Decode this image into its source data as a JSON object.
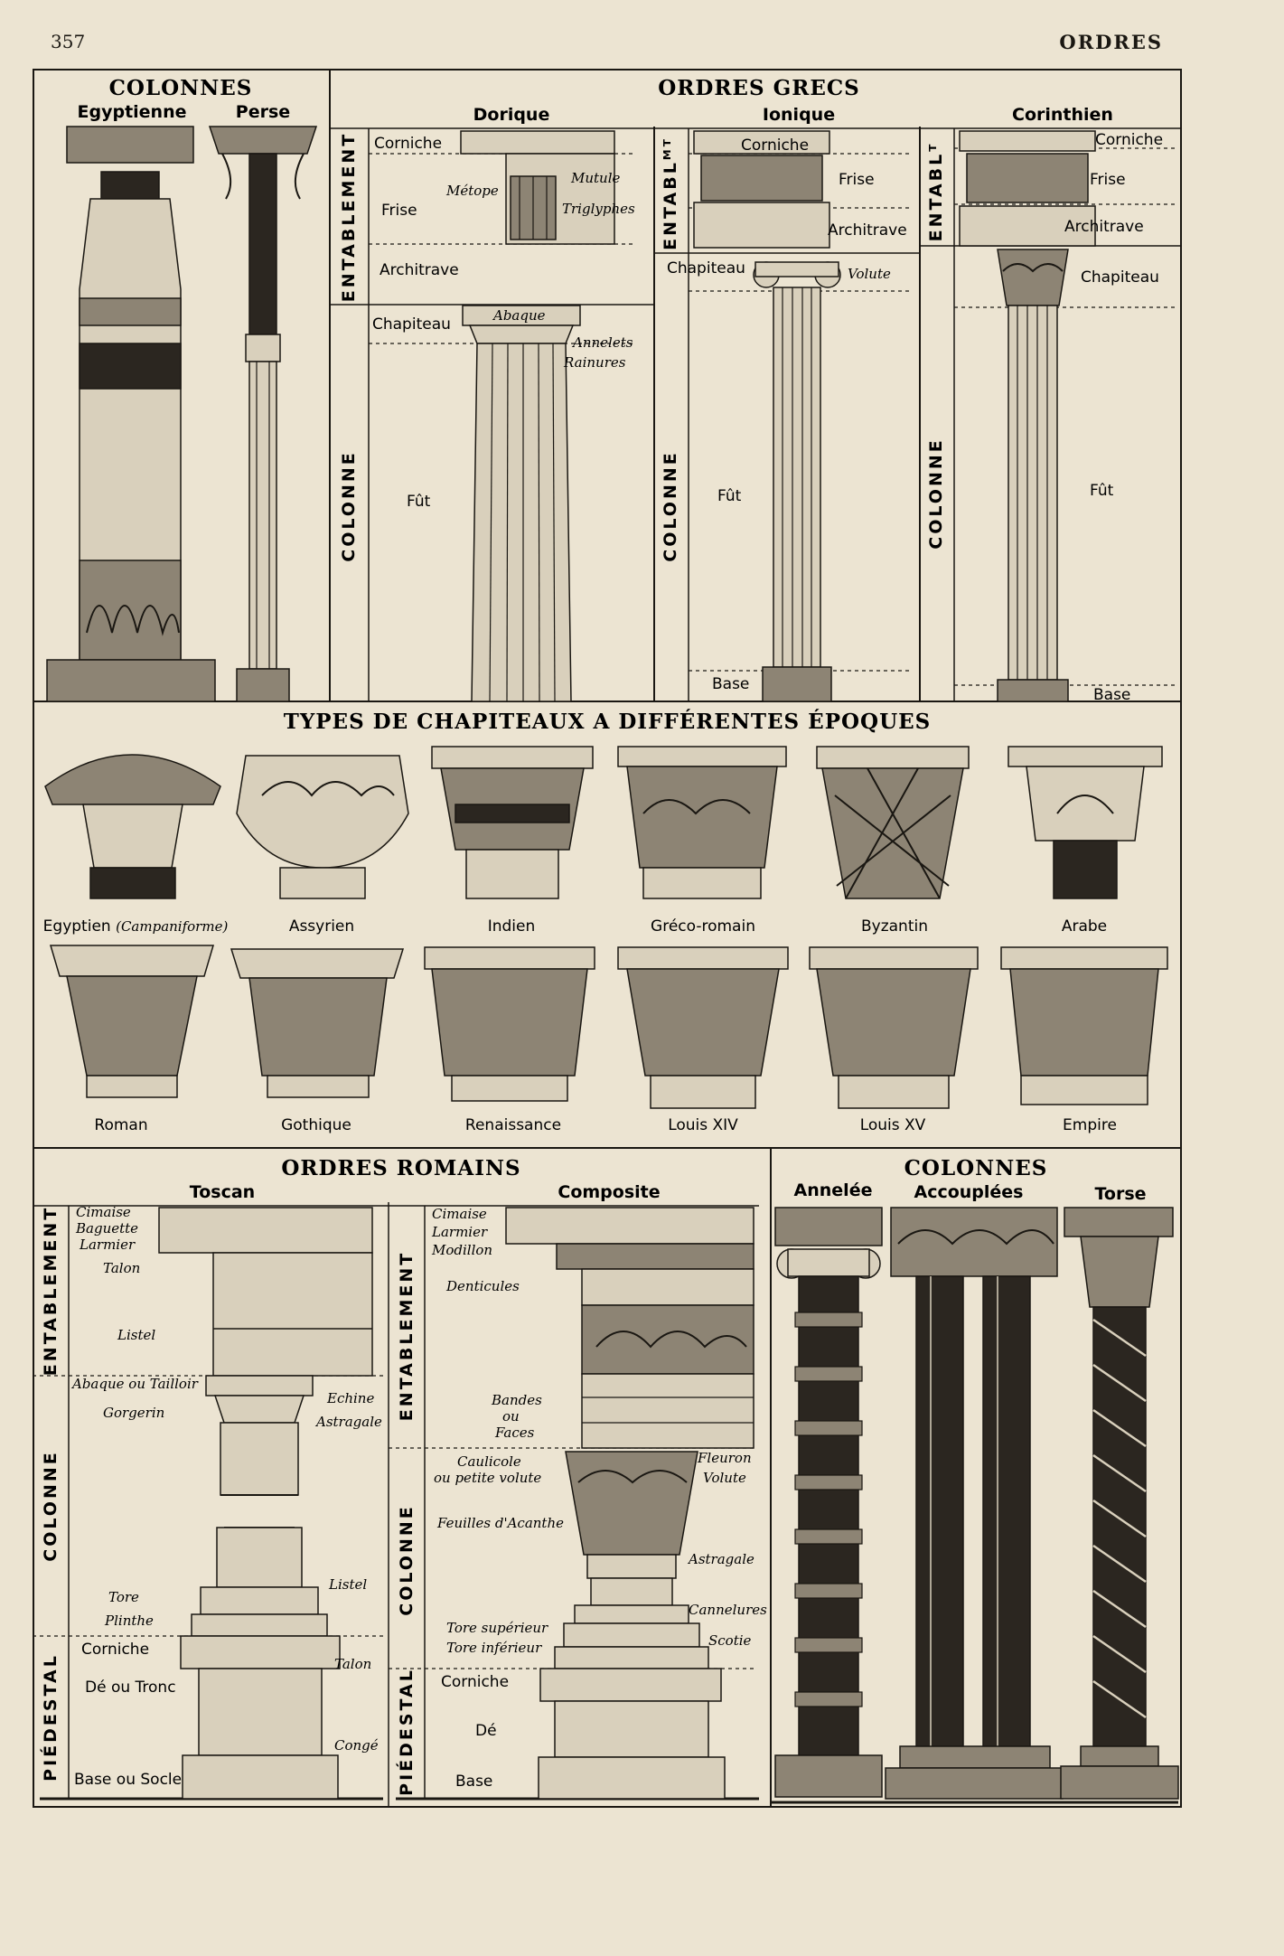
{
  "page": {
    "number": "357",
    "header": "ORDRES"
  },
  "top": {
    "colonnes_title": "COLONNES",
    "egyptienne": "Egyptienne",
    "perse": "Perse",
    "grecs_title": "ORDRES GRECS",
    "dorique": {
      "title": "Dorique",
      "entablement": "ENTABLEMENT",
      "colonne": "COLONNE",
      "corniche": "Corniche",
      "metope": "Métope",
      "mutule": "Mutule",
      "frise": "Frise",
      "triglyphes": "Triglyphes",
      "architrave": "Architrave",
      "chapiteau": "Chapiteau",
      "abaque": "Abaque",
      "annelets": "Annelets",
      "rainures": "Rainures",
      "fut": "Fût"
    },
    "ionique": {
      "title": "Ionique",
      "entablement": "ENTABLᴹᵀ",
      "colonne": "COLONNE",
      "corniche": "Corniche",
      "frise": "Frise",
      "architrave": "Architrave",
      "chapiteau": "Chapiteau",
      "volute": "Volute",
      "fut": "Fût",
      "base": "Base"
    },
    "corinthien": {
      "title": "Corinthien",
      "entablement": "ENTABLᵀ",
      "colonne": "COLONNE",
      "corniche": "Corniche",
      "frise": "Frise",
      "architrave": "Architrave",
      "chapiteau": "Chapiteau",
      "fut": "Fût",
      "base": "Base"
    }
  },
  "middle": {
    "title": "TYPES DE CHAPITEAUX A DIFFÉRENTES ÉPOQUES",
    "row1": [
      "Egyptien",
      "Assyrien",
      "Indien",
      "Gréco-romain",
      "Byzantin",
      "Arabe"
    ],
    "egyptien_note": "(Campaniforme)",
    "row2": [
      "Roman",
      "Gothique",
      "Renaissance",
      "Louis XIV",
      "Louis XV",
      "Empire"
    ]
  },
  "bottom": {
    "romains_title": "ORDRES ROMAINS",
    "toscan": {
      "title": "Toscan",
      "entablement": "ENTABLEMENT",
      "colonne": "COLONNE",
      "piedestal": "PIÉDESTAL",
      "cimaise": "Cimaise",
      "baguette": "Baguette",
      "larmier": "Larmier",
      "talon": "Talon",
      "listel": "Listel",
      "abaque": "Abaque ou Tailloir",
      "echine": "Echine",
      "gorgerin": "Gorgerin",
      "astragale": "Astragale",
      "listel2": "Listel",
      "tore": "Tore",
      "plinthe": "Plinthe",
      "corniche": "Corniche",
      "talon2": "Talon",
      "de": "Dé ou Tronc",
      "conge": "Congé",
      "base": "Base ou Socle"
    },
    "composite": {
      "title": "Composite",
      "entablement": "ENTABLEMENT",
      "colonne": "COLONNE",
      "piedestal": "PIÉDESTAL",
      "cimaise": "Cimaise",
      "larmier": "Larmier",
      "modillon": "Modillon",
      "denticules": "Denticules",
      "bandes": "Bandes",
      "ou": "ou",
      "faces": "Faces",
      "caulicole": "Caulicole",
      "petite_volute": "ou petite volute",
      "fleuron": "Fleuron",
      "volute": "Volute",
      "feuilles": "Feuilles d'Acanthe",
      "astragale": "Astragale",
      "cannelures": "Cannelures",
      "tore_sup": "Tore supérieur",
      "tore_inf": "Tore inférieur",
      "scotie": "Scotie",
      "corniche": "Corniche",
      "de": "Dé",
      "base": "Base"
    },
    "colonnes_title": "COLONNES",
    "annelee": "Annelée",
    "accouplees": "Accouplées",
    "torse": "Torse"
  }
}
